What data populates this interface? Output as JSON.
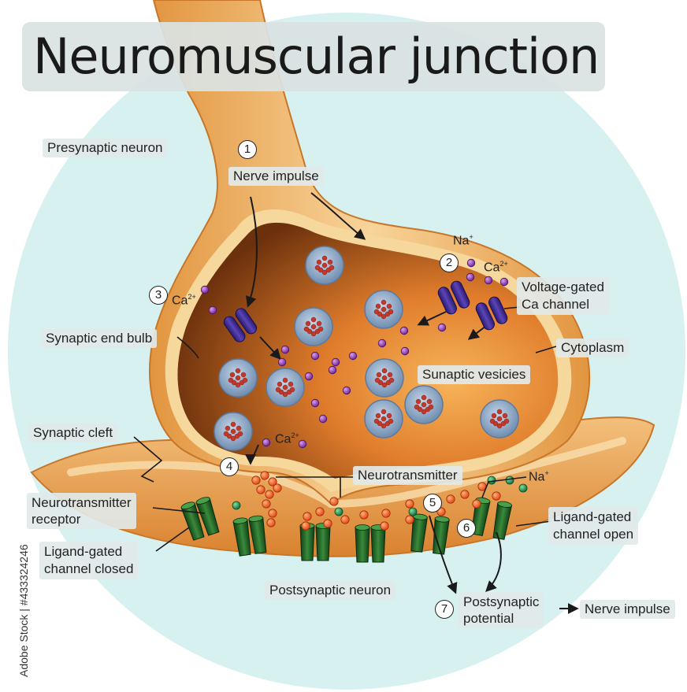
{
  "title": "Neuromuscular junction",
  "labels": {
    "presynaptic_neuron": "Presynaptic neuron",
    "nerve_impulse_top": "Nerve impulse",
    "voltage_gated_line1": "Voltage-gated",
    "voltage_gated_line2": "Ca channel",
    "synaptic_end_bulb": "Synaptic end bulb",
    "cytoplasm": "Cytoplasm",
    "synaptic_vesicles": "Sunaptic vesicies",
    "synaptic_cleft": "Synaptic cleft",
    "neurotransmitter": "Neurotransmitter",
    "nt_receptor_line1": "Neurotransmitter",
    "nt_receptor_line2": "receptor",
    "ligand_open_line1": "Ligand-gated",
    "ligand_open_line2": "channel open",
    "ligand_closed_line1": "Ligand-gated",
    "ligand_closed_line2": "channel closed",
    "postsynaptic_neuron": "Postsynaptic neuron",
    "postsynaptic_potential_line1": "Postsynaptic",
    "postsynaptic_potential_line2": "potential",
    "nerve_impulse_bottom": "Nerve impulse"
  },
  "steps": [
    "1",
    "2",
    "3",
    "4",
    "5",
    "6",
    "7"
  ],
  "ions": {
    "na": "Na",
    "na_charge": "+",
    "ca": "Ca",
    "ca_charge": "2+"
  },
  "credit": "Adobe Stock | #433324246",
  "colors": {
    "background_circle": "#d6f1f0",
    "neuron_outer": "#e6a050",
    "neuron_light": "#f6d79c",
    "cytoplasm_dark": "#7a3a10",
    "cytoplasm_light": "#f0a24a",
    "vesicle": "#8aa6c4",
    "calcium_ion": "#7a2a99",
    "neurotransmitter": "#ee5520",
    "sodium_ion": "#1f8a4c",
    "channel_purple": "#3d2a8c",
    "receptor_green": "#1f5e24"
  },
  "icons": [
    "vesicle-icon",
    "calcium-ion-icon",
    "neurotransmitter-dot-icon",
    "sodium-ion-icon",
    "voltage-gated-channel-icon",
    "ligand-gated-channel-icon",
    "arrow-icon"
  ]
}
